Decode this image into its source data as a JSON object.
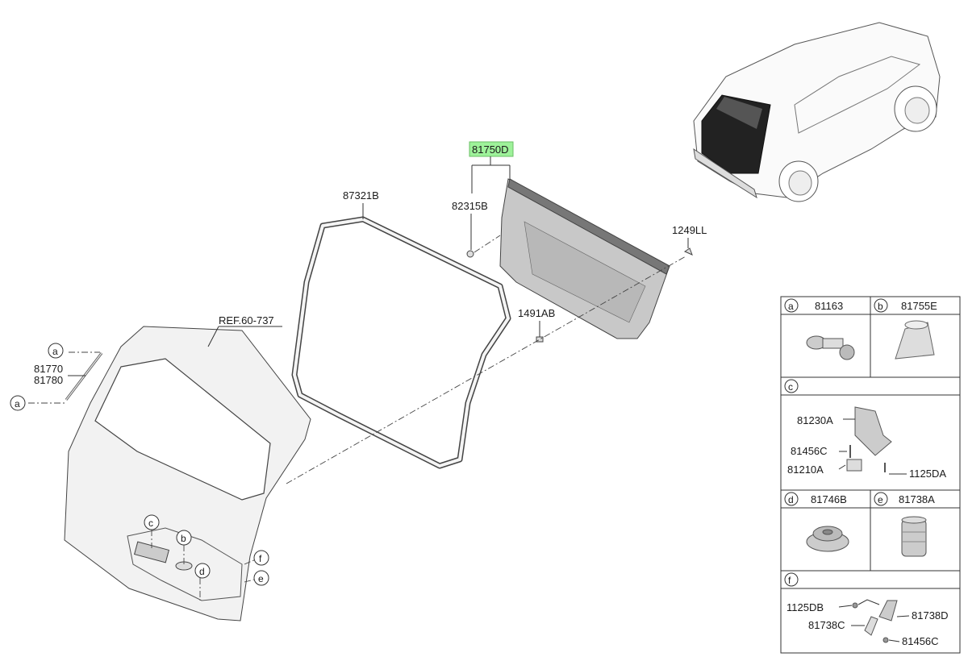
{
  "callouts": {
    "c_81750D": "81750D",
    "c_87321B": "87321B",
    "c_82315B": "82315B",
    "c_1249LL": "1249LL",
    "c_1491AB": "1491AB",
    "c_ref": "REF.60-737",
    "c_81770": "81770",
    "c_81780": "81780"
  },
  "letters": {
    "a": "a",
    "b": "b",
    "c": "c",
    "d": "d",
    "e": "e",
    "f": "f"
  },
  "legend": {
    "a_code": "81163",
    "b_code": "81755E",
    "c_parts": [
      "81230A",
      "81456C",
      "81210A",
      "1125DA"
    ],
    "d_code": "81746B",
    "e_code": "81738A",
    "f_parts": [
      "1125DB",
      "81738C",
      "81738D",
      "81456C"
    ]
  },
  "colors": {
    "highlight": "#9ef29a",
    "line": "#333333",
    "panel": "#f4f4f4"
  }
}
